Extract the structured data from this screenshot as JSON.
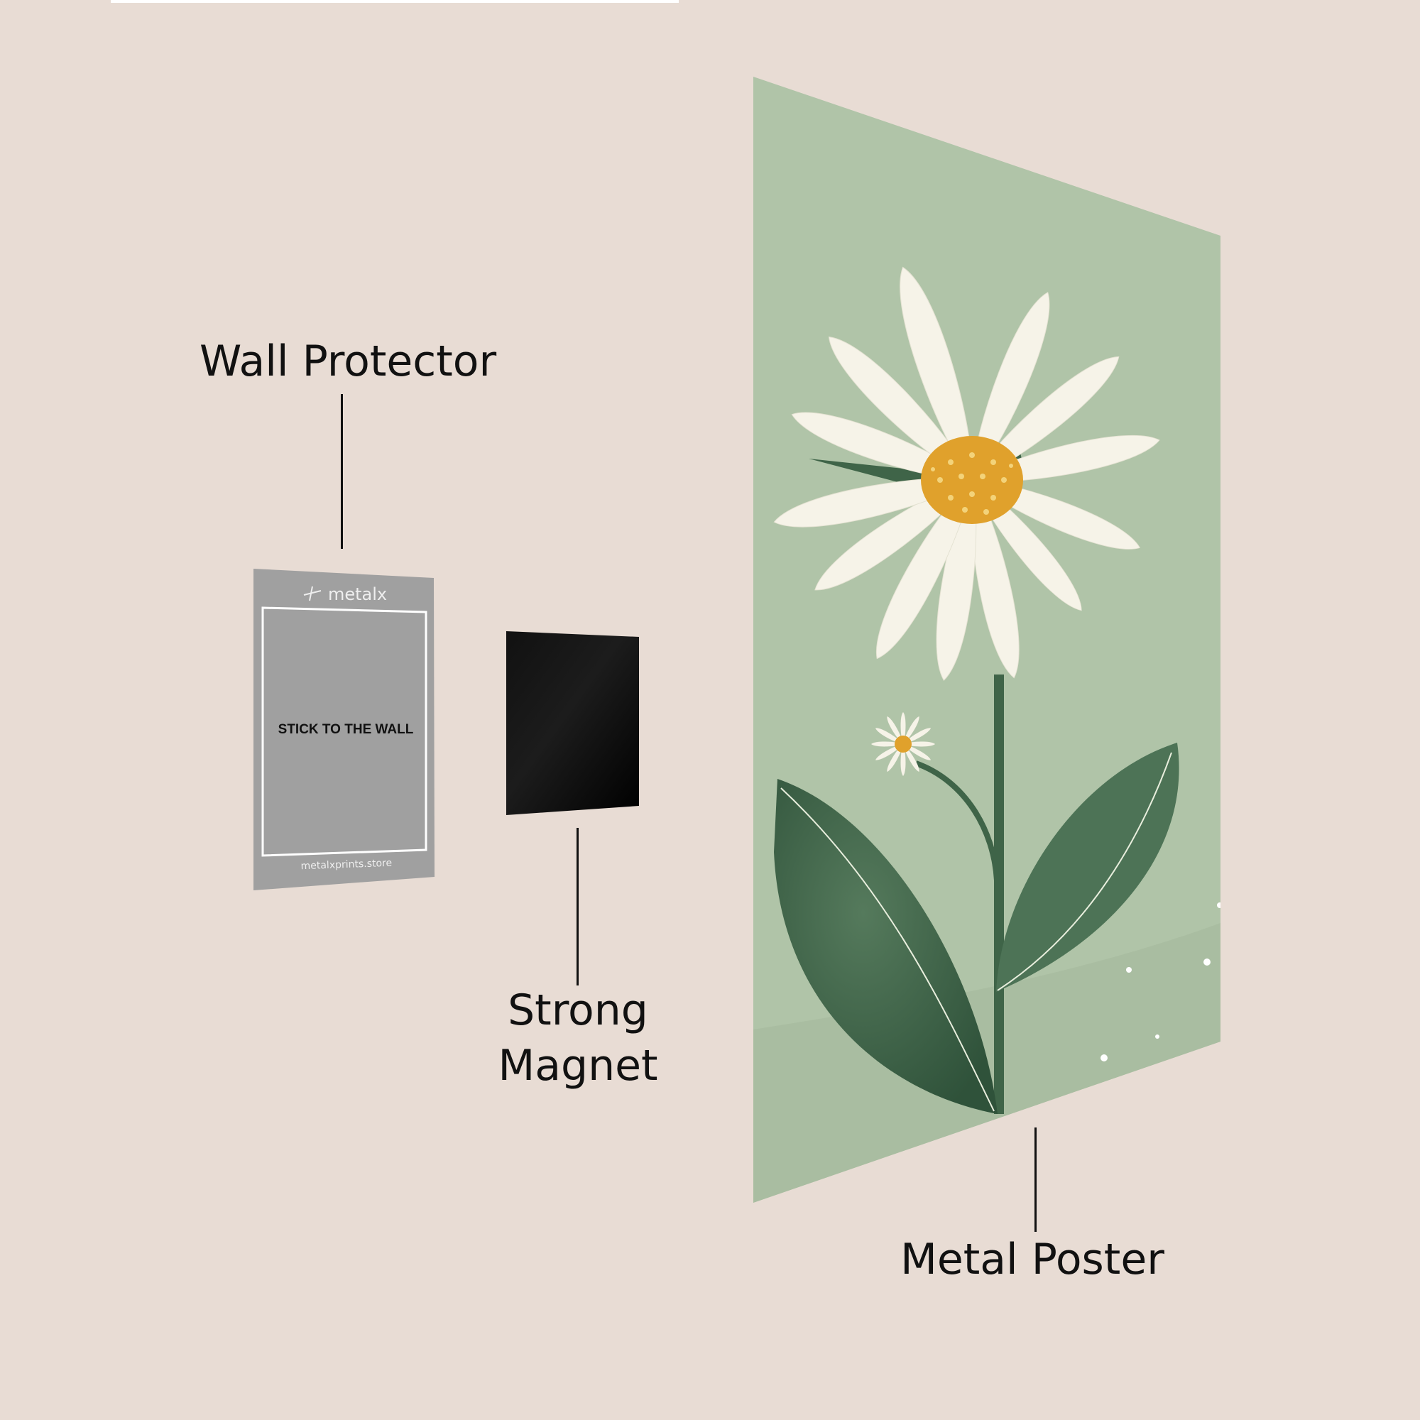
{
  "labels": {
    "wall_protector": "Wall Protector",
    "strong_magnet_line1": "Strong",
    "strong_magnet_line2": "Magnet",
    "metal_poster": "Metal Poster"
  },
  "protector": {
    "brand": "metalx",
    "instruction": "STICK TO THE WALL",
    "website": "metalxprints.store"
  },
  "colors": {
    "background": "#e8dcd4",
    "protector": "#a0a0a0",
    "magnet": "#050505",
    "poster": "#b0c4a8",
    "leaf": "#3f6448",
    "petal": "#f6f3e8",
    "flower_center": "#e0a12c"
  }
}
